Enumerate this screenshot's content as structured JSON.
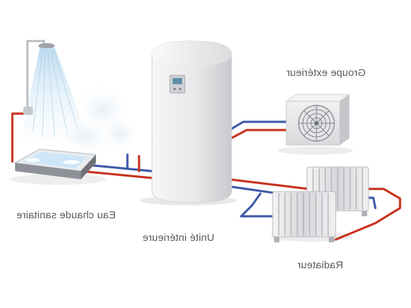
{
  "labels": {
    "outdoor_unit": "Groupe extérieur",
    "domestic_hot_water": "Eau chaude sanitaire",
    "indoor_unit": "Unité intérieure",
    "radiator": "Radiateur"
  },
  "colors": {
    "hot_pipe": "#c8321f",
    "cold_pipe": "#3f5aa8",
    "label_text": "#555b60",
    "unit_body": "#ececee",
    "water": "#cfe6f8"
  }
}
